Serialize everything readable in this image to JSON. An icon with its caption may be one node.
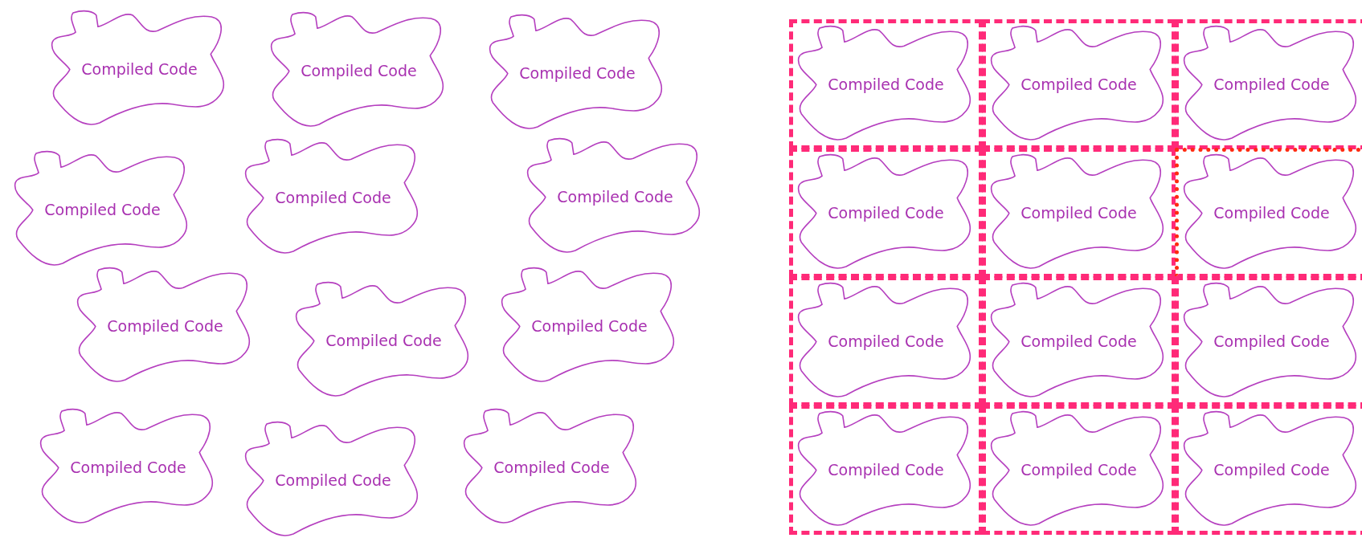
{
  "diagram": {
    "nodes": [
      {
        "text": [
          "Compiled Code"
        ]
      },
      {
        "text": [
          "Compiled Code"
        ]
      },
      {
        "text": [
          "Compiled Code"
        ]
      },
      {
        "text": [
          "Compiled Code"
        ]
      },
      {
        "text": [
          "Compiled Code"
        ]
      },
      {
        "text": [
          "Compiled Code"
        ]
      },
      {
        "text": [
          "Compiled Code"
        ]
      },
      {
        "text": [
          "Compiled Code"
        ]
      },
      {
        "text": [
          "Compiled Code"
        ]
      },
      {
        "text": [
          "Compiled Code"
        ]
      },
      {
        "text": [
          "Compiled Code"
        ]
      },
      {
        "text": [
          "Compiled Code"
        ]
      },
      {
        "text": [],
        "shape": "box"
      },
      {
        "text": [
          "Compiled Code"
        ],
        "in": 12
      },
      {
        "text": [],
        "shape": "box"
      },
      {
        "text": [
          "Compiled Code"
        ],
        "in": 14
      },
      {
        "text": [],
        "shape": "box"
      },
      {
        "text": [
          "Compiled Code"
        ],
        "in": 16
      },
      {
        "text": [],
        "shape": "box"
      },
      {
        "text": [
          "Compiled Code"
        ],
        "in": 18
      },
      {
        "text": [],
        "shape": "box"
      },
      {
        "text": [
          "Compiled Code"
        ],
        "in": 20
      },
      {
        "text": [],
        "shape": "box"
      },
      {
        "text": [
          "Compiled Code"
        ],
        "in": 22
      },
      {
        "text": [],
        "shape": "box"
      },
      {
        "text": [
          "Compiled Code"
        ],
        "in": 24
      },
      {
        "text": [],
        "shape": "box"
      },
      {
        "text": [
          "Compiled Code"
        ],
        "in": 26
      },
      {
        "text": [],
        "shape": "box"
      },
      {
        "text": [
          "Compiled Code"
        ],
        "in": 28
      },
      {
        "text": [],
        "shape": "box"
      },
      {
        "text": [
          "Compiled Code"
        ],
        "in": 30
      },
      {
        "text": [],
        "shape": "box"
      },
      {
        "text": [
          "Compiled Code"
        ],
        "in": 32
      },
      {
        "text": [],
        "shape": "box"
      },
      {
        "text": [
          "Compiled Code"
        ],
        "in": 34
      }
    ]
  }
}
